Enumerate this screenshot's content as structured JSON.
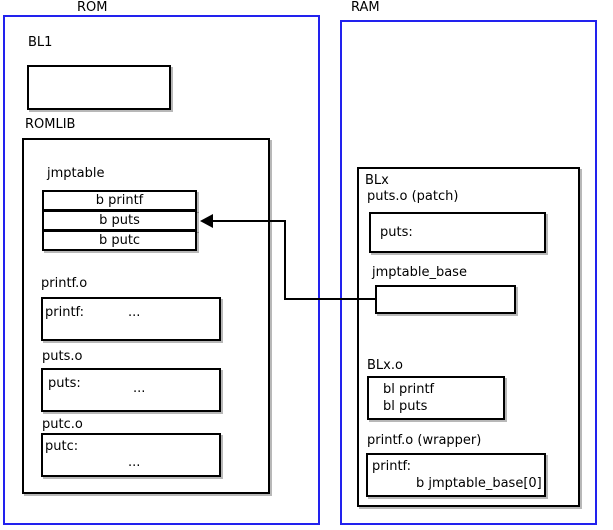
{
  "diagram": {
    "title": "ROM / RAM jump table patching diagram",
    "accent_color": "#2222ee",
    "line_color": "#000000",
    "background": "#ffffff"
  },
  "rom": {
    "label": "ROM",
    "bl1": {
      "label": "BL1",
      "body": ""
    },
    "romlib": {
      "label": "ROMLIB",
      "jmptable": {
        "label": "jmptable",
        "entries": [
          "b printf",
          "b puts",
          "b putc"
        ]
      },
      "objects": [
        {
          "label": "printf.o",
          "symbol": "printf:",
          "body": "..."
        },
        {
          "label": "puts.o",
          "symbol": "puts:",
          "body": "..."
        },
        {
          "label": "putc.o",
          "symbol": "putc:",
          "body": "..."
        }
      ]
    }
  },
  "ram": {
    "label": "RAM",
    "blx": {
      "label": "BLx",
      "puts_patch": {
        "label": "puts.o (patch)",
        "symbol": "puts:"
      },
      "jmptable_base": {
        "label": "jmptable_base",
        "body": ""
      },
      "blx_o": {
        "label": "BLx.o",
        "line1": "bl printf",
        "line2": "bl puts"
      },
      "printf_wrapper": {
        "label": "printf.o (wrapper)",
        "symbol": "printf:",
        "instruction": "b jmptable_base[0]"
      }
    }
  },
  "connector": {
    "name": "jmptable-base-to-jmptable-puts-arrow",
    "from": "jmptable_base",
    "to": "jmptable entry: b puts",
    "direction": "left"
  }
}
